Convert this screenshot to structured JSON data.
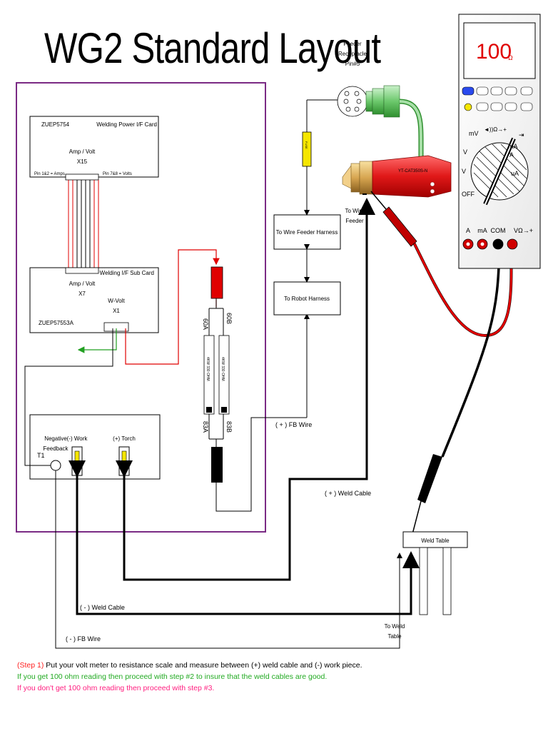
{
  "title": "WG2 Standard Layout",
  "colors": {
    "controller_border": "#7a2a84",
    "red_wire": "#e00000",
    "green_wire": "#22a022",
    "feed_cable": "#90d090",
    "torch_body": "#e02020",
    "fuse": "#f5e600",
    "step1_label": "#ff2020",
    "step2_text": "#22aa22",
    "step3_text": "#ff2080"
  },
  "cards": {
    "power_if": {
      "part_no": "ZUEP5754",
      "name": "Welding Power I/F Card",
      "connector": "Amp / Volt",
      "connector_id": "X15",
      "pin_left": "Pin 1&2 = Amps",
      "pin_right": "Pin 7&8 = Volts"
    },
    "sub_card": {
      "name": "Welding I/F Sub Card",
      "connector": "Amp / Volt",
      "connector_id": "X7",
      "wvolt": "W-Volt",
      "wvolt_id": "X1",
      "part_no": "ZUEP57553A"
    }
  },
  "terminal_box": {
    "t1": "T1",
    "neg_feedback_line1": "Negative",
    "neg_feedback_line2": "Feedback",
    "work": "(-) Work",
    "torch": "(+) Torch"
  },
  "fuses": {
    "left_top": "60A",
    "right_top": "60B",
    "left_bottom": "83A",
    "right_bottom": "83B",
    "left_body": "4KW 330 OHM",
    "right_body": "4KW 330 OHM"
  },
  "harness": {
    "wire_feeder": "To Wire Feeder Harness",
    "robot": "To Robot Harness"
  },
  "feeder": {
    "receptacle_line1": "Feeder",
    "receptacle_line2": "Receptacle",
    "receptacle_line3": "Pin#5",
    "to_wire_line1": "To Wire",
    "to_wire_line2": "Feeder",
    "fuse_label": "FUSE",
    "torch_label": "YT-CAT350S-N"
  },
  "wires": {
    "fb_pos": "( + ) FB Wire",
    "weld_pos": "( + ) Weld Cable",
    "weld_neg": "( - ) Weld Cable",
    "fb_neg": "( - ) FB Wire"
  },
  "weld_table": {
    "label": "Weld Table",
    "to_line1": "To Weld",
    "to_line2": "Table"
  },
  "meter": {
    "reading": "100",
    "unit": "Ω",
    "dial_mv": "mV",
    "dial_ohm": "◄))Ω→+",
    "dial_diode": "⇥",
    "dial_v": "V",
    "dial_v_ac": "V",
    "dial_ma": "mA",
    "dial_a": "A",
    "dial_ua": "uA",
    "dial_off": "OFF",
    "jack_a": "A",
    "jack_ma": "mA",
    "jack_com": "COM",
    "jack_v": "VΩ→+"
  },
  "instructions": {
    "step1_label": "(Step 1)",
    "step1_text": " Put your volt meter to resistance scale and measure between (+) weld cable and (-) work piece.",
    "step2": "If you get 100 ohm reading then proceed with step #2 to insure that the weld cables are good.",
    "step3": "If you don't get 100 ohm reading then proceed with step #3."
  }
}
